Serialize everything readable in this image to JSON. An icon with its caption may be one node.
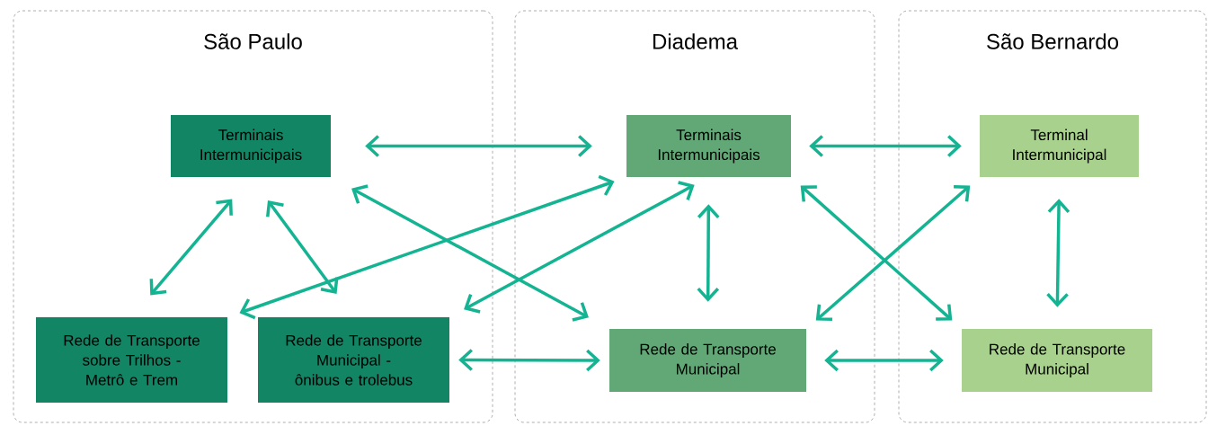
{
  "diagram": {
    "nodes": [
      {
        "text": [
          "São Paulo"
        ]
      },
      {
        "text": [
          "Terminais Intermunicipais"
        ],
        "in": 0
      },
      {
        "text": [
          "Rede de Transporte sobre Trilhos - Metrô e Trem"
        ],
        "in": 0
      },
      {
        "text": [
          "Rede de Transporte Municipal - ônibus e trolebus"
        ],
        "in": 0
      },
      {
        "text": [
          "Diadema"
        ]
      },
      {
        "text": [
          "Terminais Intermunicipais"
        ],
        "in": 4
      },
      {
        "text": [
          "Rede de Transporte Municipal"
        ],
        "in": 4
      },
      {
        "text": [
          "São Bernardo"
        ]
      },
      {
        "text": [
          "Terminal Intermunicipal"
        ],
        "in": 7
      },
      {
        "text": [
          "Rede de Transporte Municipal"
        ],
        "in": 7
      }
    ],
    "edges": [
      {
        "from": 1,
        "to": 2,
        "arrow": "both"
      },
      {
        "from": 1,
        "to": 3,
        "arrow": "both"
      },
      {
        "from": 1,
        "to": 5,
        "arrow": "both"
      },
      {
        "from": 2,
        "to": 5,
        "arrow": "both"
      },
      {
        "from": 1,
        "to": 6,
        "arrow": "both"
      },
      {
        "from": 3,
        "to": 5,
        "arrow": "both"
      },
      {
        "from": 3,
        "to": 6,
        "arrow": "both"
      },
      {
        "from": 5,
        "to": 6,
        "arrow": "both"
      },
      {
        "from": 5,
        "to": 8,
        "arrow": "both"
      },
      {
        "from": 5,
        "to": 9,
        "arrow": "both"
      },
      {
        "from": 6,
        "to": 8,
        "arrow": "both"
      },
      {
        "from": 8,
        "to": 9,
        "arrow": "both"
      },
      {
        "from": 6,
        "to": 9,
        "arrow": "both"
      }
    ]
  }
}
